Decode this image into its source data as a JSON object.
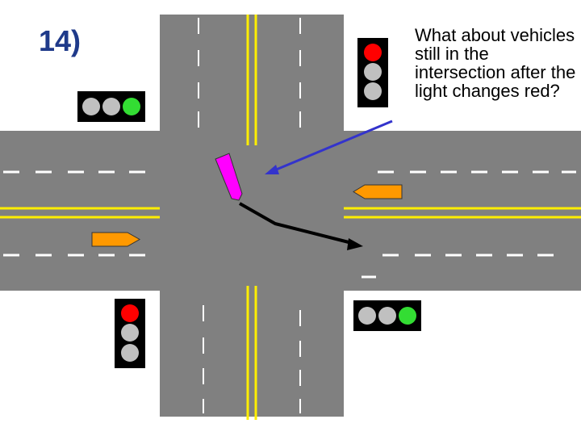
{
  "slide": {
    "number": "14)",
    "question": "What about vehicles still in the intersection after the light changes red?"
  },
  "colors": {
    "road": "#808080",
    "lane_dash": "#ffffff",
    "center_line": "#ffee00",
    "signal_housing": "#000000",
    "light_off": "#c0c0c0",
    "light_red": "#ff0000",
    "light_green": "#33dd33",
    "car_orange": "#ff9900",
    "car_magenta": "#ff00ff",
    "arrow_blue": "#3333cc",
    "path_black": "#000000",
    "number_blue": "#1f3a8a"
  },
  "signals": [
    {
      "name": "signal-top-left-horizontal",
      "orientation": "horizontal",
      "active": "green"
    },
    {
      "name": "signal-top-right-vertical",
      "orientation": "vertical",
      "active": "red"
    },
    {
      "name": "signal-bottom-left-vertical",
      "orientation": "vertical",
      "active": "red"
    },
    {
      "name": "signal-bottom-right-horizontal",
      "orientation": "horizontal",
      "active": "green"
    }
  ],
  "vehicles": [
    {
      "name": "orange-car-westbound",
      "color": "orange",
      "heading": "west"
    },
    {
      "name": "orange-car-eastbound",
      "color": "orange",
      "heading": "east"
    },
    {
      "name": "magenta-car-in-intersection",
      "color": "magenta",
      "heading": "southeast turn"
    }
  ]
}
